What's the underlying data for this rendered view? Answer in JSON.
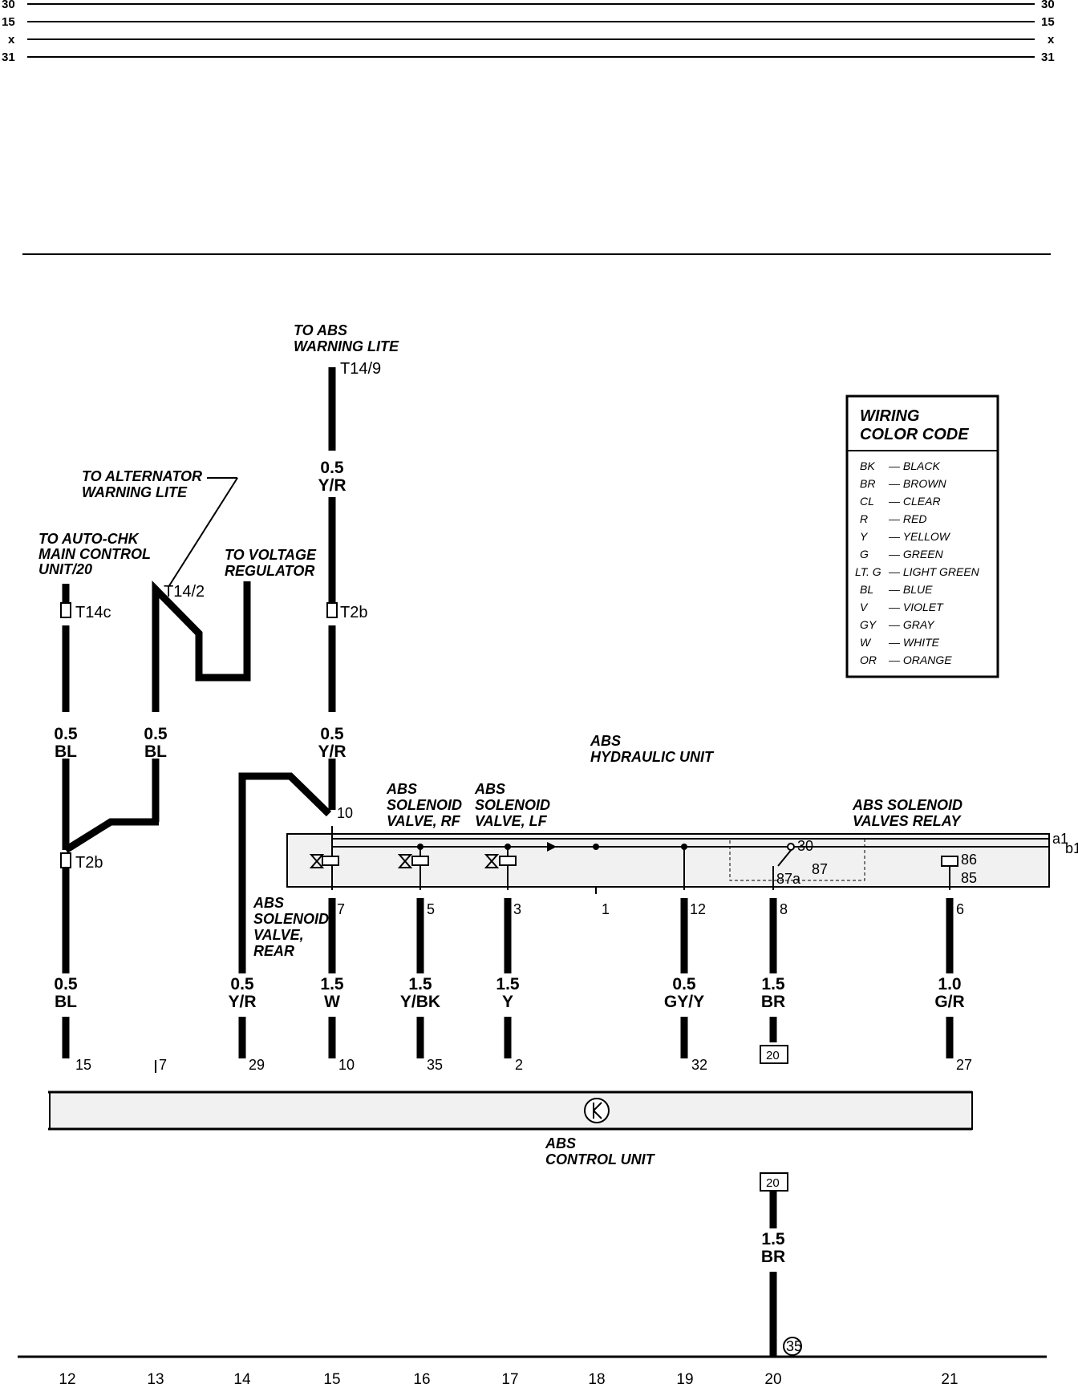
{
  "bus_lines": [
    "30",
    "15",
    "x",
    "31"
  ],
  "labels": {
    "to_abs_warning_1": "TO ABS",
    "to_abs_warning_2": "WARNING LITE",
    "to_alternator_1": "TO ALTERNATOR",
    "to_alternator_2": "WARNING LITE",
    "to_autochk_1": "TO AUTO-CHK",
    "to_autochk_2": "MAIN CONTROL",
    "to_autochk_3": "UNIT/20",
    "to_voltage_1": "TO VOLTAGE",
    "to_voltage_2": "REGULATOR",
    "hydraulic_1": "ABS",
    "hydraulic_2": "HYDRAULIC UNIT",
    "rf_1": "ABS",
    "rf_2": "SOLENOID",
    "rf_3": "VALVE, RF",
    "lf_1": "ABS",
    "lf_2": "SOLENOID",
    "lf_3": "VALVE, LF",
    "relay_1": "ABS SOLENOID",
    "relay_2": "VALVES RELAY",
    "rear_1": "ABS",
    "rear_2": "SOLENOID",
    "rear_3": "VALVE,",
    "rear_4": "REAR",
    "ctrl_1": "ABS",
    "ctrl_2": "CONTROL UNIT"
  },
  "connectors": {
    "t14_9": "T14/9",
    "t14_2": "T14/2",
    "t14c": "T14c",
    "t2b_a": "T2b",
    "t2b_b": "T2b"
  },
  "wire_labels": {
    "w1_size": "0.5",
    "w1_color": "Y/R",
    "w2_size": "0.5",
    "w2_color": "BL",
    "w3_size": "0.5",
    "w3_color": "BL",
    "w4_size": "0.5",
    "w4_color": "Y/R",
    "w5_size": "0.5",
    "w5_color": "BL",
    "w6_size": "0.5",
    "w6_color": "Y/R",
    "w7_size": "1.5",
    "w7_color": "W",
    "w8_size": "1.5",
    "w8_color": "Y/BK",
    "w9_size": "1.5",
    "w9_color": "Y",
    "w10_size": "0.5",
    "w10_color": "GY/Y",
    "w11_size": "1.5",
    "w11_color": "BR",
    "w12_size": "1.0",
    "w12_color": "G/R",
    "w13_size": "1.5",
    "w13_color": "BR"
  },
  "hydraulic_pins": {
    "in_10": "10",
    "p7": "7",
    "p5": "5",
    "p3": "3",
    "p1": "1",
    "p12": "12",
    "p8": "8",
    "p6": "6",
    "r30": "30",
    "r87": "87",
    "r87a": "87a",
    "r86": "86",
    "r85": "85",
    "a1": "a1",
    "b1": "b1"
  },
  "control_pins": [
    "15",
    "7",
    "29",
    "10",
    "35",
    "2",
    "32",
    "27"
  ],
  "ref_boxes": [
    "20",
    "20"
  ],
  "ground": "35",
  "legend": {
    "title_1": "WIRING",
    "title_2": "COLOR CODE",
    "rows": [
      {
        "code": "BK",
        "name": "BLACK"
      },
      {
        "code": "BR",
        "name": "BROWN"
      },
      {
        "code": "CL",
        "name": "CLEAR"
      },
      {
        "code": "R",
        "name": "RED"
      },
      {
        "code": "Y",
        "name": "YELLOW"
      },
      {
        "code": "G",
        "name": "GREEN"
      },
      {
        "code": "LT. G",
        "name": "LIGHT GREEN"
      },
      {
        "code": "BL",
        "name": "BLUE"
      },
      {
        "code": "V",
        "name": "VIOLET"
      },
      {
        "code": "GY",
        "name": "GRAY"
      },
      {
        "code": "W",
        "name": "WHITE"
      },
      {
        "code": "OR",
        "name": "ORANGE"
      }
    ]
  },
  "bottom_numbers": [
    "12",
    "13",
    "14",
    "15",
    "16",
    "17",
    "18",
    "19",
    "20",
    "21"
  ]
}
